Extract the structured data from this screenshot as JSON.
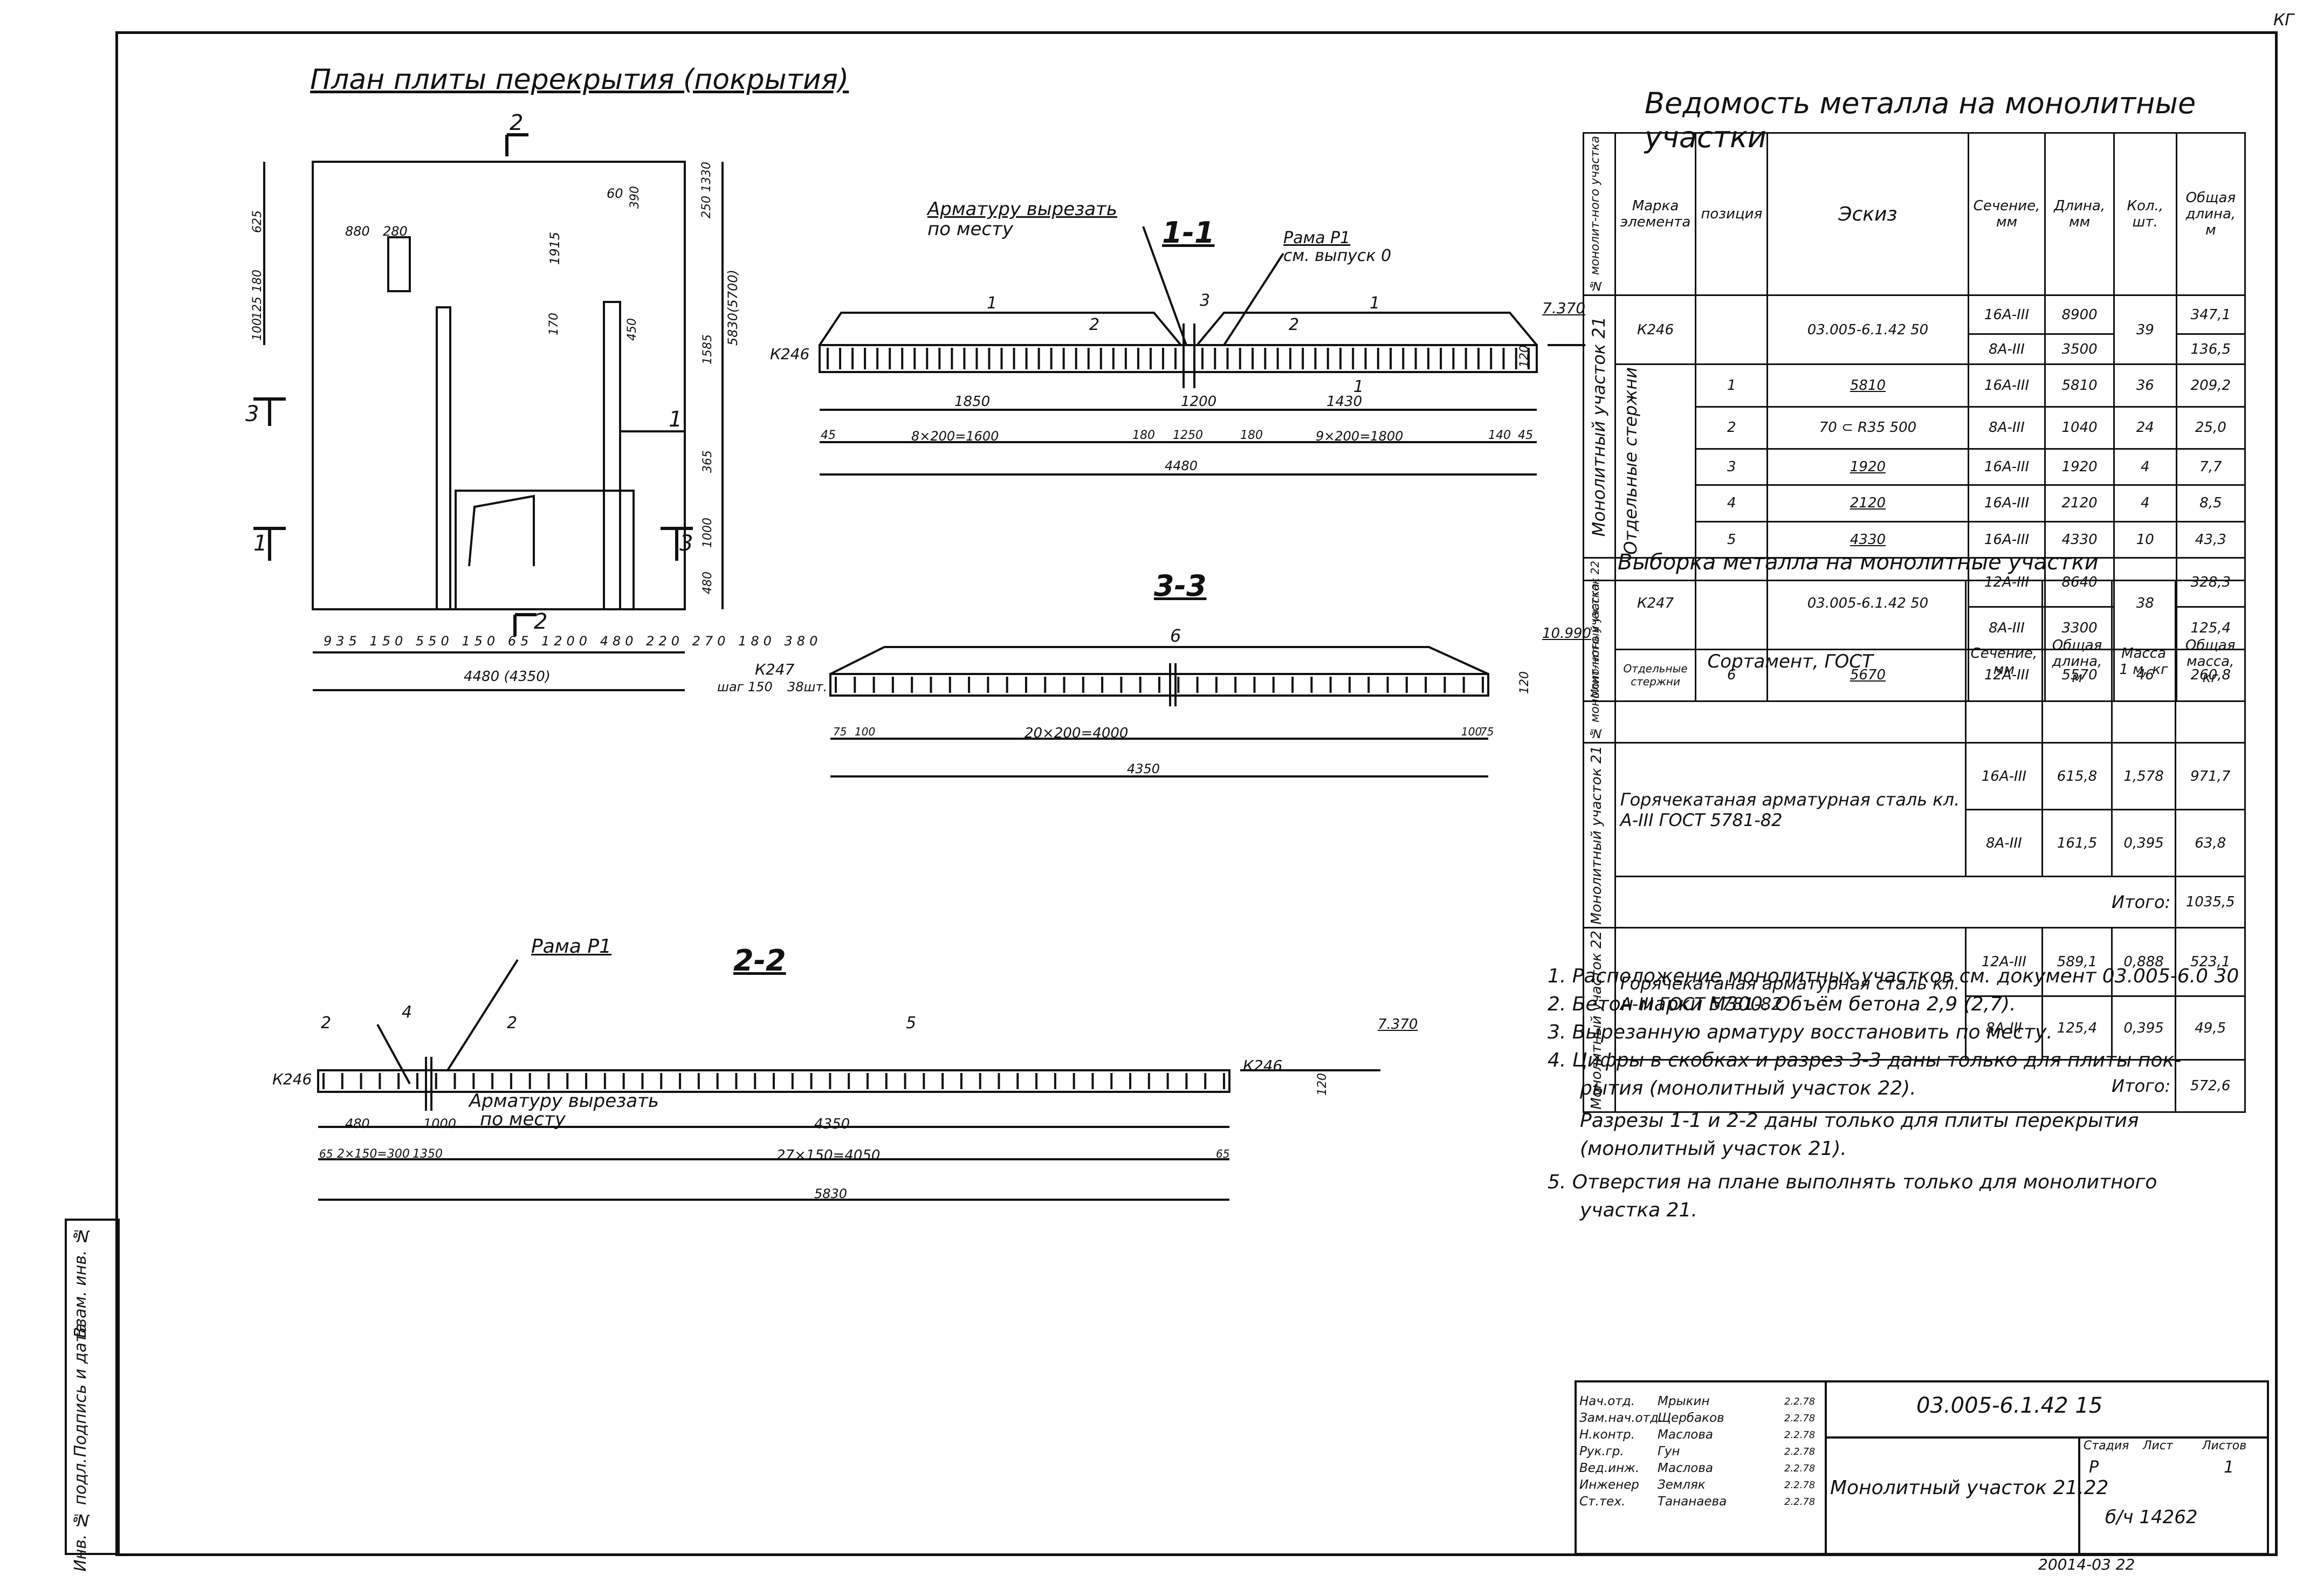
{
  "corner_mark": "КГ",
  "plan": {
    "title": "План плиты перекрытия (покрытия)",
    "dims_bottom": [
      "935",
      "150",
      "550",
      "150",
      "65",
      "1200",
      "480",
      "220",
      "270",
      "180",
      "380"
    ],
    "total": "4480 (4350)",
    "dims_right": [
      "250",
      "390",
      "1330",
      "170",
      "450",
      "1585",
      "5830",
      "(5700)",
      "365",
      "1000",
      "480"
    ],
    "dims_left": [
      "625",
      "180",
      "125",
      "100"
    ],
    "dims_top": [
      "880",
      "280",
      "1915",
      "60"
    ],
    "sections": [
      "2",
      "2",
      "3",
      "3",
      "1",
      "1"
    ]
  },
  "section_1": {
    "title": "1-1",
    "note_cut": [
      "Арматуру вырезать",
      "по месту"
    ],
    "frame_label": [
      "Рама Р1",
      "см. выпуск 0"
    ],
    "mark": "К246",
    "level": "7.370",
    "pos": [
      "1",
      "2",
      "3",
      "2",
      "1",
      "1"
    ],
    "dims_top": [
      "1850",
      "1200",
      "1430"
    ],
    "dims_bottom": [
      "45",
      "8×200=1600",
      "180",
      "1250",
      "180",
      "9×200=1800",
      "140",
      "45"
    ],
    "total": "4480",
    "height": "120"
  },
  "section_3": {
    "title": "3-3",
    "mark": "К247",
    "step": "шаг 150",
    "qty": "38шт.",
    "level": "10.990",
    "pos": "6",
    "dims_bottom": [
      "75",
      "100",
      "20×200=4000",
      "100",
      "75"
    ],
    "total": "4350",
    "height": "120"
  },
  "section_2": {
    "title": "2-2",
    "frame_label": "Рама Р1",
    "note_cut": [
      "Арматуру вырезать",
      "по месту"
    ],
    "mark_left": "К246",
    "mark_right": "К246",
    "level": "7.370",
    "pos": [
      "2",
      "4",
      "2",
      "5"
    ],
    "dims_mid": [
      "480",
      "1000",
      "4350"
    ],
    "dims_bottom": [
      "65",
      "2×150=300",
      "1350",
      "27×150=4050",
      "65"
    ],
    "total": "5830",
    "height": "120"
  },
  "vedomost": {
    "title": "Ведомость металла на монолитные участки",
    "headers": [
      "№ монолит-ного участка",
      "Марка элемента",
      "позиция",
      "Эскиз",
      "Сечение, мм",
      "Длина, мм",
      "Кол., шт.",
      "Общая длина, м"
    ],
    "group1": "Монолитный участок 21",
    "subgroup1": "Отдельные стержни",
    "group2": "Монолитный участок 22",
    "rows": [
      {
        "mark": "К246",
        "pos": "",
        "sketch": "03.005-6.1.42 50",
        "sec": "16А-III",
        "len": "8900",
        "qty": "39",
        "total": "347,1"
      },
      {
        "mark": "",
        "pos": "",
        "sketch": "",
        "sec": "8А-III",
        "len": "3500",
        "qty": "",
        "total": "136,5"
      },
      {
        "mark": "",
        "pos": "1",
        "sketch": "5810",
        "sec": "16А-III",
        "len": "5810",
        "qty": "36",
        "total": "209,2"
      },
      {
        "mark": "",
        "pos": "2",
        "sketch": "70 ⊂ R35 500",
        "sec": "8А-III",
        "len": "1040",
        "qty": "24",
        "total": "25,0"
      },
      {
        "mark": "",
        "pos": "3",
        "sketch": "1920",
        "sec": "16А-III",
        "len": "1920",
        "qty": "4",
        "total": "7,7"
      },
      {
        "mark": "",
        "pos": "4",
        "sketch": "2120",
        "sec": "16А-III",
        "len": "2120",
        "qty": "4",
        "total": "8,5"
      },
      {
        "mark": "",
        "pos": "5",
        "sketch": "4330",
        "sec": "16А-III",
        "len": "4330",
        "qty": "10",
        "total": "43,3"
      },
      {
        "mark": "К247",
        "pos": "",
        "sketch": "03.005-6.1.42 50",
        "sec": "12А-III",
        "len": "8640",
        "qty": "38",
        "total": "328,3"
      },
      {
        "mark": "",
        "pos": "",
        "sketch": "",
        "sec": "8А-III",
        "len": "3300",
        "qty": "",
        "total": "125,4"
      },
      {
        "mark": "Отдельные стержни",
        "pos": "6",
        "sketch": "5670",
        "sec": "12А-III",
        "len": "5570",
        "qty": "46",
        "total": "260,8"
      }
    ]
  },
  "vyborka": {
    "title": "Выборка металла на монолитные участки",
    "headers": [
      "№ монолит-ного участка",
      "Сортамент, ГОСТ",
      "Сечение, мм",
      "Общая длина, м",
      "Масса 1 м, кг",
      "Общая масса, кг"
    ],
    "group1": "Монолитный участок 21",
    "group2": "Монолитный участок 22",
    "steel1": "Горячекатаная арматурная сталь кл. А-III ГОСТ 5781-82",
    "steel2": "Горячекатаная арматурная сталь кл. А-III ГОСТ 5781-82",
    "rows1": [
      {
        "sec": "16А-III",
        "len": "615,8",
        "mass": "1,578",
        "total": "971,7"
      },
      {
        "sec": "8А-III",
        "len": "161,5",
        "mass": "0,395",
        "total": "63,8"
      }
    ],
    "itogo_label": "Итого:",
    "itogo1": "1035,5",
    "rows2": [
      {
        "sec": "12А-III",
        "len": "589,1",
        "mass": "0,888",
        "total": "523,1"
      },
      {
        "sec": "8А-III",
        "len": "125,4",
        "mass": "0,395",
        "total": "49,5"
      }
    ],
    "itogo2": "572,6"
  },
  "notes": [
    "1. Расположение монолитных участков см. документ 03.005-6.0 30",
    "2. Бетон марки М300. Объём бетона 2,9 (2,7).",
    "3. Вырезанную арматуру восстановить по месту.",
    "4. Цифры в скобках и разрез 3-3 даны только для плиты пок-",
    "рытия (монолитный участок 22).",
    "Разрезы 1-1 и 2-2 даны только для плиты перекрытия",
    "(монолитный участок 21).",
    "5. Отверстия на плане выполнять только для монолитного",
    "участка 21."
  ],
  "side_strip": [
    "Инв. № подл.",
    "Подпись и дата",
    "Взам. инв. №"
  ],
  "stamp": {
    "code": "03.005-6.1.42 15",
    "title": "Монолитный участок 21,22",
    "roles": [
      "Нач.отд.",
      "Зам.нач.отд.",
      "Н.контр.",
      "Рук.гр.",
      "Вед.инж.",
      "Инженер",
      "Ст.тех."
    ],
    "names": [
      "Мрыкин",
      "Щербаков",
      "Маслова",
      "Гун",
      "Маслова",
      "Земляк",
      "Тананаева"
    ],
    "dates": [
      "2.2.78",
      "2.2.78",
      "2.2.78",
      "2.2.78",
      "2.2.78",
      "2.2.78",
      "2.2.78"
    ],
    "stage_label": "Стадия",
    "sheet_label": "Лист",
    "sheets_label": "Листов",
    "stage": "Р",
    "sheets": "1",
    "org": "б/ч 14262",
    "footer": "20014-03 22"
  }
}
